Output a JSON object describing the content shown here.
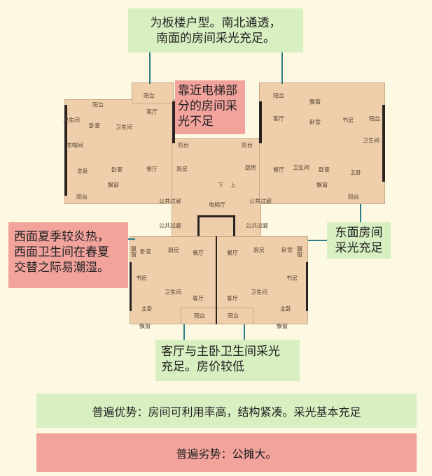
{
  "notes": {
    "top": [
      "为板楼户型。南北通透，",
      "南面的房间采光充足。"
    ],
    "elevator": [
      "靠近电梯部",
      "分的房间采",
      "光不足"
    ],
    "west": [
      "西面夏季较炎热，",
      "西面卫生间在春夏",
      "交替之际易潮湿。"
    ],
    "east": [
      "东面房间",
      "采光充足"
    ],
    "south": [
      "客厅与主卧卫生间采光",
      "充足。房价较低"
    ]
  },
  "advantage": "普遍优势：房间可利用率高，结构紧凑。采光基本充足",
  "disadvantage": "普遍劣势：公摊大。",
  "rooms": [
    "阳台",
    "阳台",
    "卫生间",
    "卧室",
    "卫生间",
    "客厅",
    "衣帽间",
    "阳台",
    "主卧",
    "卧室",
    "餐厅",
    "厨房",
    "飘窗",
    "阳台",
    "公共过廊",
    "电梯厅",
    "下",
    "上",
    "阳台",
    "飘窗",
    "客厅",
    "卧室",
    "书房",
    "阳台",
    "卫生间",
    "阳台",
    "厨房",
    "餐厅",
    "卫生间",
    "卧室",
    "主卧",
    "飘窗",
    "阳台",
    "公共过廊",
    "公共过廊",
    "公共过廊",
    "卧室",
    "厨房",
    "餐厅",
    "餐厅",
    "厨房",
    "卧室",
    "飘窗",
    "飘窗",
    "书房",
    "书房",
    "卫生间",
    "卫生间",
    "客厅",
    "客厅",
    "主卧",
    "主卧",
    "阳台",
    "阳台",
    "飘窗",
    "飘窗"
  ]
}
